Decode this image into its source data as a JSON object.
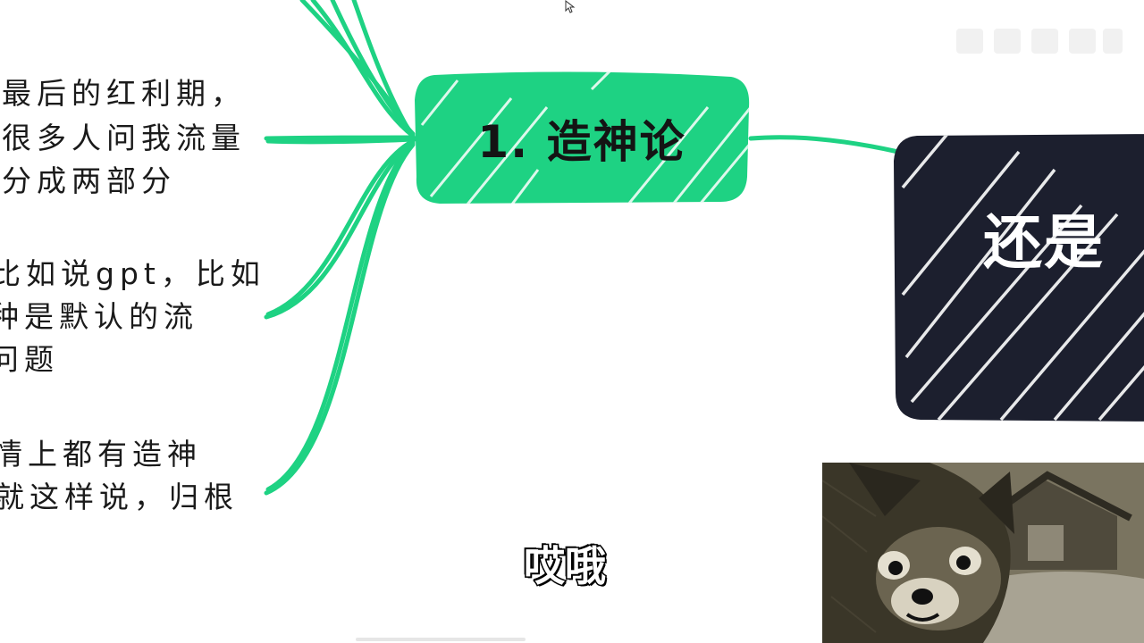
{
  "mindmap": {
    "central_node": {
      "label": "1. 造神论",
      "color": "#1ed283"
    },
    "right_node": {
      "label": "还是",
      "color": "#1c1f2e"
    },
    "branch_color": "#1ed283",
    "left_blocks": [
      {
        "lines": [
          "最后的红利期，",
          "很多人问我流量",
          "分成两部分"
        ]
      },
      {
        "lines": [
          "比如说gpt，比如",
          "种是默认的流",
          "问题"
        ]
      },
      {
        "lines": [
          "情上都有造神",
          "就这样说，归根"
        ]
      }
    ]
  },
  "subtitle": {
    "text": "哎哦"
  },
  "webcam": {
    "description_icon": "red-panda-avatar"
  }
}
